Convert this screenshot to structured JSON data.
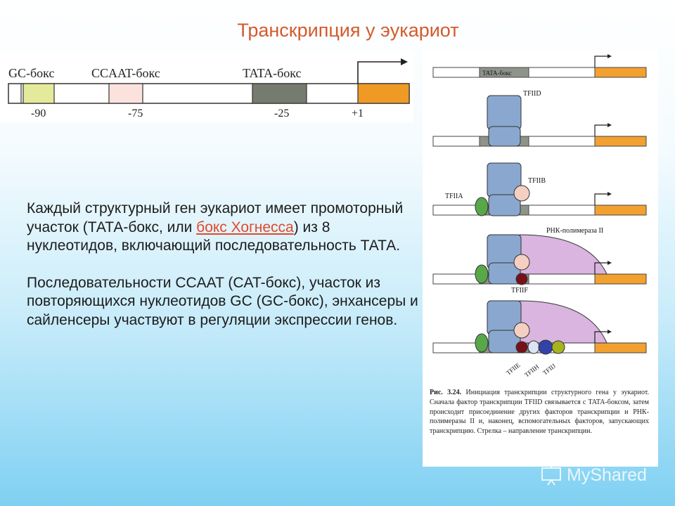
{
  "slide": {
    "title": "Транскрипция у эукариот"
  },
  "promoter": {
    "labels": {
      "gc": "GC-бокс",
      "ccaat": "CCAAT-бокс",
      "tata": "TATA-бокс"
    },
    "positions": {
      "gc": "-90",
      "ccaat": "-75",
      "tata": "-25",
      "start": "+1"
    },
    "colors": {
      "gc": "#e4ea9c",
      "ccaat": "#fbe2dd",
      "tata": "#767b6f",
      "start": "#f09a26"
    }
  },
  "body": {
    "p1_a": "Каждый структурный ген эукариот имеет промоторный участок (ТАТА-бокс, или ",
    "p1_link": "бокс Хогнесса",
    "p1_b": ") из 8 нуклеотидов, включающий последовательность ТАТА.",
    "p2": "Последовательности CCAAT (CAT-бокс), участок из повторяющихся нуклеотидов GC (GC-бокс), энхансеры и сайленсеры участвуют в регуляции экспрессии генов."
  },
  "figure": {
    "labels": {
      "tata_box": "TATA-бокс",
      "tfiid": "TFIID",
      "tfiib": "TFIIB",
      "tfiia": "TFIIA",
      "rna_pol": "РНК-полимераза II",
      "tfiif": "TFIIF",
      "tfiie": "TFIIE",
      "tfiih": "TFIIH",
      "tfiij": "TFIIJ"
    },
    "colors": {
      "tfiid": "#8aa8cf",
      "tfiia": "#58a84a",
      "tfiib": "#f4cfc2",
      "pol2": "#d9b5df",
      "tfiif": "#7a0f1a",
      "tfiie": "#dbe4f2",
      "tfiih": "#3342a8",
      "tfiij": "#a6b51e",
      "orange": "#f2a131",
      "tata": "#8f948a"
    },
    "caption_bold": "Рис. 3.24.",
    "caption": "Инициация транскрипции структурного гена у эукариот. Сначала фактор транскрипции TFIID связывается с TATA-боксом, затем происходит присоединение других факторов транскрипции и РНК-полимеразы II и, наконец, вспомогательных факторов, запускающих транскрипцию. Стрелка – направление транскрипции."
  },
  "watermark": {
    "text": "MyShared"
  }
}
